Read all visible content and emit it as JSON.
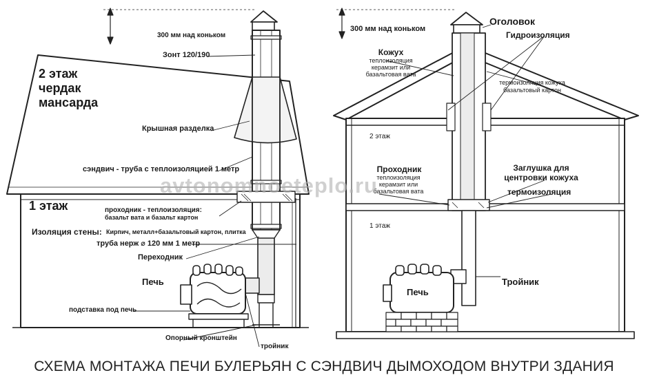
{
  "colors": {
    "line": "#222222",
    "fill": "#ffffff",
    "pipe_shade": "#ececec",
    "watermark": "#b0b0b0"
  },
  "left": {
    "dim_above_ridge": "300 мм над коньком",
    "cap_umbrella": "Зонт 120/190",
    "attic_title": [
      "2 этаж",
      "чердак",
      "мансарда"
    ],
    "roof_cut": "Крышная разделка",
    "sandwich_pipe": "сэндвич - труба с теплоизоляцией 1 метр",
    "floor_1": "1 этаж",
    "pass_through_title": "проходник - теплоизоляция:",
    "pass_through_sub": "базальт вата и базальт картон",
    "wall_insulation_title": "Изоляция стены:",
    "wall_insulation_text": "Кирпич, металл+базальтовый картон, плитка",
    "steel_pipe": "труба нерж ⌀ 120 мм 1 метр",
    "adapter": "Переходник",
    "stove": "Печь",
    "stove_stand": "подставка под печь",
    "support_bracket": "Опорный кронштейн",
    "tee": "тройник"
  },
  "right": {
    "dim_above_ridge": "300 мм над коньком",
    "cap": "Оголовок",
    "waterproofing": "Гидроизоляция",
    "casing_title": "Кожух",
    "casing_sub": [
      "теплоизоляция",
      "керамзит или",
      "базальтовая вата"
    ],
    "casing_insulation": [
      "термоизоляция кожуха",
      "базальтовый картон"
    ],
    "floor_2": "2 этаж",
    "pass_through_title": "Проходник",
    "pass_through_sub": [
      "теплоизоляция",
      "керамзит или",
      "базальтовая вата"
    ],
    "plug_title": [
      "Заглушка для",
      "центровки кожуха"
    ],
    "thermal_insulation": "термоизоляция",
    "floor_1": "1 этаж",
    "tee": "Тройник",
    "stove": "Печь"
  },
  "watermark": "avtonomnoeteplo.ru",
  "caption": "СХЕМА МОНТАЖА ПЕЧИ БУЛЕРЬЯН С СЭНДВИЧ ДЫМОХОДОМ ВНУТРИ ЗДАНИЯ"
}
